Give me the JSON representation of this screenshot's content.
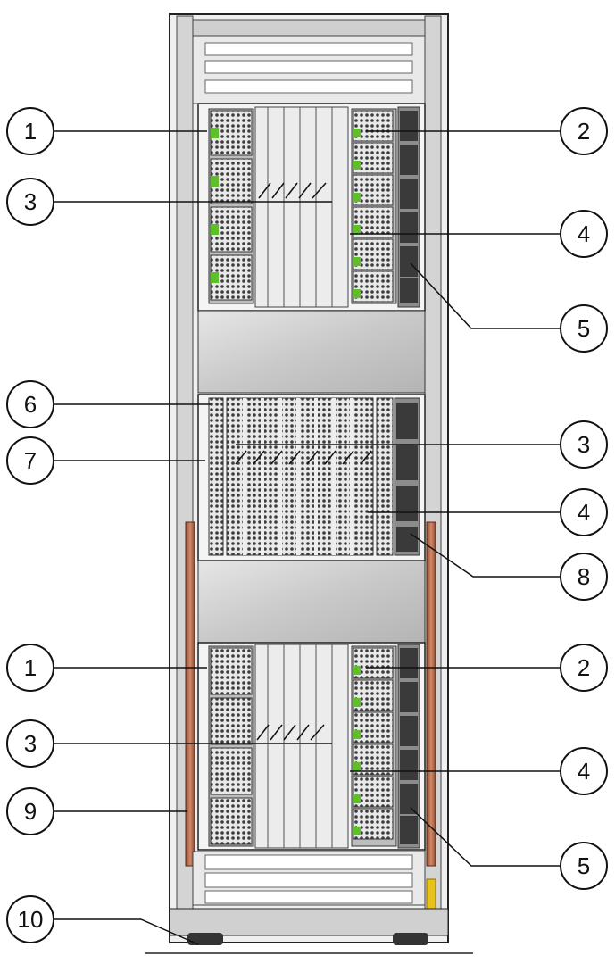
{
  "diagram": {
    "subject": "server-rack-front-view",
    "colors": {
      "rack_frame": "#dcdcdc",
      "rack_outline": "#222222",
      "panel_gray": "#d6d6d6",
      "psu_fan_dark": "#3a3a3a",
      "latch_green": "#5fbf2a",
      "rail_orange": "#b86a4a",
      "warning_yellow": "#e8c21c",
      "callout_line": "#111111"
    },
    "callouts": [
      {
        "number": "1"
      },
      {
        "number": "2"
      },
      {
        "number": "3"
      },
      {
        "number": "4"
      },
      {
        "number": "5"
      },
      {
        "number": "6"
      },
      {
        "number": "7"
      },
      {
        "number": "3"
      },
      {
        "number": "4"
      },
      {
        "number": "8"
      },
      {
        "number": "1"
      },
      {
        "number": "2"
      },
      {
        "number": "3"
      },
      {
        "number": "4"
      },
      {
        "number": "9"
      },
      {
        "number": "5"
      },
      {
        "number": "10"
      }
    ]
  }
}
